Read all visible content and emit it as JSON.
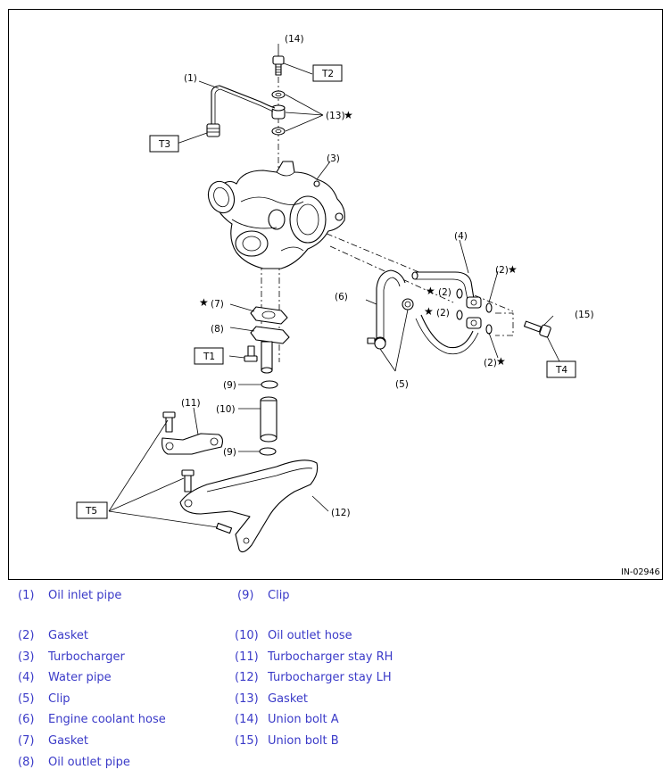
{
  "diagram": {
    "figure_id": "IN-02946",
    "callouts": {
      "c1": "(1)",
      "c2a": "(2)",
      "c2b": "(2)",
      "c2c": "(2)",
      "c2d": "(2)",
      "c3": "(3)",
      "c4": "(4)",
      "c5": "(5)",
      "c6": "(6)",
      "c7": "(7)",
      "c8": "(8)",
      "c9a": "(9)",
      "c9b": "(9)",
      "c10": "(10)",
      "c11": "(11)",
      "c12": "(12)",
      "c13": "(13)",
      "c14": "(14)",
      "c15": "(15)"
    },
    "torque_tags": {
      "t1": "T1",
      "t2": "T2",
      "t3": "T3",
      "t4": "T4",
      "t5": "T5"
    },
    "star_symbol": "★"
  },
  "legend": {
    "left": [
      {
        "num": "(1)",
        "name": "Oil inlet pipe"
      },
      {
        "num": "(2)",
        "name": "Gasket"
      },
      {
        "num": "(3)",
        "name": "Turbocharger"
      },
      {
        "num": "(4)",
        "name": "Water pipe"
      },
      {
        "num": "(5)",
        "name": "Clip"
      },
      {
        "num": "(6)",
        "name": "Engine coolant hose"
      },
      {
        "num": "(7)",
        "name": "Gasket"
      },
      {
        "num": "(8)",
        "name": "Oil outlet pipe"
      }
    ],
    "right": [
      {
        "num": "(9)",
        "name": "Clip"
      },
      {
        "num": "(10)",
        "name": "Oil outlet hose"
      },
      {
        "num": "(11)",
        "name": "Turbocharger stay RH"
      },
      {
        "num": "(12)",
        "name": "Turbocharger stay LH"
      },
      {
        "num": "(13)",
        "name": "Gasket"
      },
      {
        "num": "(14)",
        "name": "Union bolt A"
      },
      {
        "num": "(15)",
        "name": "Union bolt B"
      }
    ]
  },
  "colors": {
    "legend_text": "#3a3ac8",
    "line": "#000000"
  }
}
